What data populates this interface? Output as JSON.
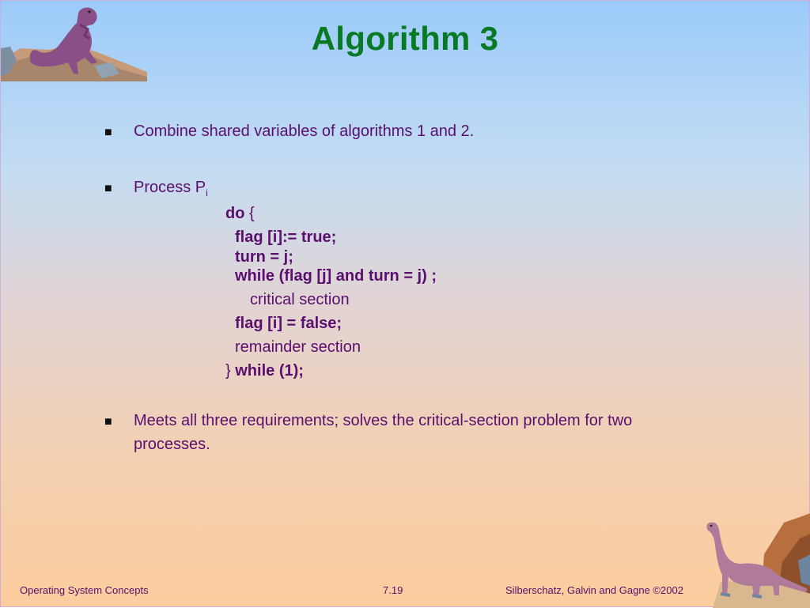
{
  "title": "Algorithm 3",
  "bullets": {
    "b1": "Combine shared variables of algorithms 1 and 2.",
    "b2_prefix": "Process P",
    "b2_sub": "i",
    "b3_line1": "Meets all three requirements; solves the critical-section problem for two",
    "b3_line2": "processes."
  },
  "code": {
    "do_kw": "do",
    "open_brace": "{",
    "line1": "flag [i]:= true;",
    "line2": "turn = j;",
    "line3": "while (flag [j] and turn = j) ;",
    "critical": "critical section",
    "line5": "flag [i] = false;",
    "remainder": "remainder section",
    "close_brace": "}",
    "while_end": "while (1);"
  },
  "footer": {
    "left": "Operating System Concepts",
    "center": "7.19",
    "right": "Silberschatz, Galvin and  Gagne ©2002"
  },
  "colors": {
    "title": "#087a25",
    "text": "#5a0e6e",
    "bullet": "#111111"
  },
  "icons": {
    "top_left": "t-rex-dinosaur-icon",
    "bottom_right": "brontosaurus-dinosaur-icon"
  }
}
